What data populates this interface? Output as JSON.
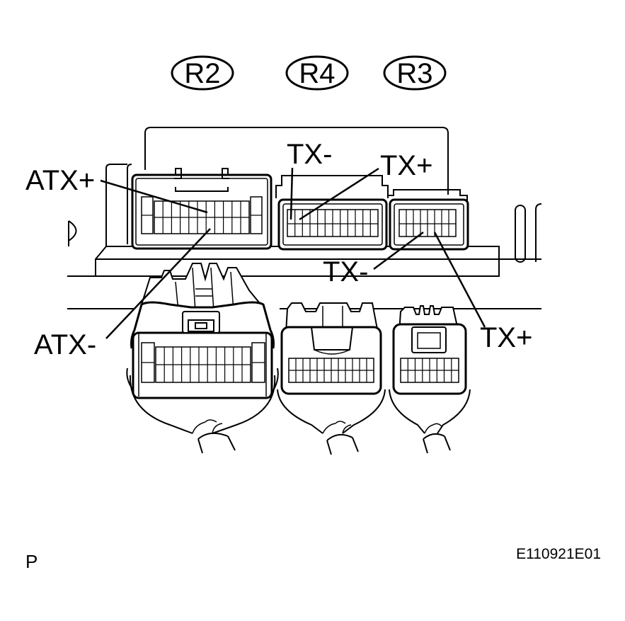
{
  "connectors": [
    {
      "id": "r2",
      "label": "R2"
    },
    {
      "id": "r4",
      "label": "R4"
    },
    {
      "id": "r3",
      "label": "R3"
    }
  ],
  "callouts": {
    "atx_plus": "ATX+",
    "atx_minus": "ATX-",
    "r4_tx_minus": "TX-",
    "r4_tx_plus": "TX+",
    "r3_tx_minus": "TX-",
    "r3_tx_plus": "TX+"
  },
  "footer": {
    "left_code": "P",
    "figure_id": "E110921E01"
  }
}
